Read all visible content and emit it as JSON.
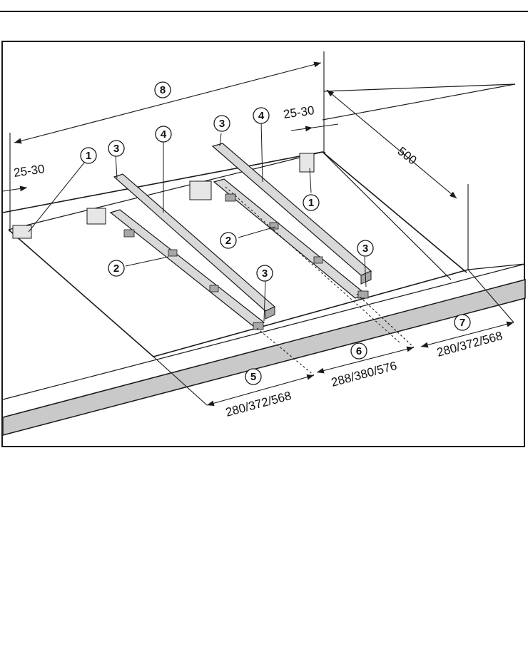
{
  "callouts": [
    "1",
    "1",
    "2",
    "2",
    "3",
    "3",
    "3",
    "3",
    "4",
    "4",
    "5",
    "6",
    "7",
    "8"
  ],
  "dimensions": {
    "gap_left": "25-30",
    "gap_right": "25-30",
    "depth": "500",
    "spacing_5": "280/372/568",
    "spacing_6": "288/380/576",
    "spacing_7": "280/372/568"
  },
  "colors": {
    "line": "#1a1a1a",
    "worktop_front": "#c9c9c9",
    "rail": "#d9d9d9",
    "rail_dark": "#a8a8a8",
    "bracket": "#e6e6e6"
  }
}
